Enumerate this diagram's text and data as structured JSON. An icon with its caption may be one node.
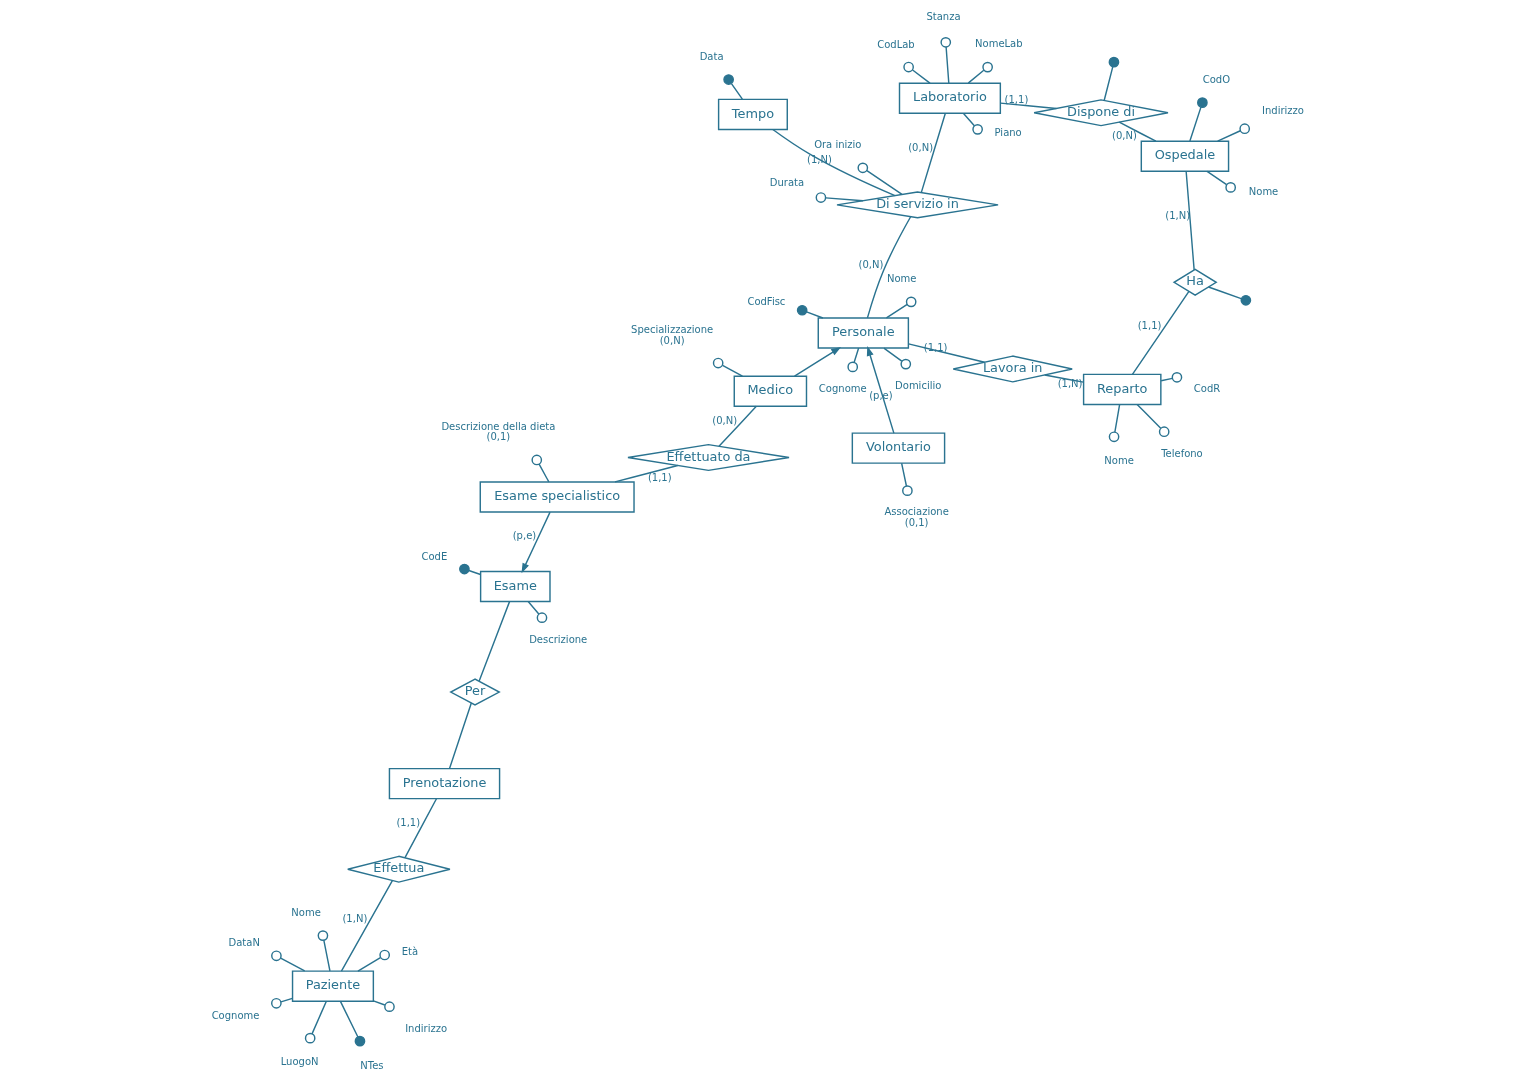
{
  "diagram": {
    "nodes": [
      {
        "text": [
          "Paziente"
        ]
      },
      {
        "text": [],
        "shape": "dot",
        "beside": [
          "NTes"
        ]
      },
      {
        "text": [],
        "shape": "circle",
        "beside": [
          "Nome"
        ]
      },
      {
        "text": [],
        "shape": "circle",
        "beside": [
          "Cognome"
        ]
      },
      {
        "text": [],
        "shape": "circle",
        "beside": [
          "Indirizzo"
        ]
      },
      {
        "text": [],
        "shape": "circle",
        "beside": [
          "LuogoN"
        ]
      },
      {
        "text": [],
        "shape": "circle",
        "beside": [
          "DataN"
        ]
      },
      {
        "text": [],
        "shape": "circle",
        "beside": [
          "Età"
        ]
      },
      {
        "text": [
          "Effettua"
        ]
      },
      {
        "text": [
          "Prenotazione"
        ]
      },
      {
        "text": [
          "Esame"
        ]
      },
      {
        "text": [],
        "shape": "dot",
        "beside": [
          "CodE"
        ]
      },
      {
        "text": [],
        "shape": "circle",
        "beside": [
          "Descrizione"
        ]
      },
      {
        "text": [
          "Per"
        ]
      },
      {
        "text": [
          "Esame specialistico"
        ]
      },
      {
        "text": [],
        "shape": "circle",
        "beside": [
          "Descrizione della dieta",
          "(0,1)"
        ]
      },
      {
        "text": [
          "Effettuato da"
        ]
      },
      {
        "text": [
          "Volontario"
        ]
      },
      {
        "text": [],
        "shape": "circle",
        "beside": [
          "Associazione",
          "(0,1)"
        ]
      },
      {
        "text": [
          "Medico"
        ]
      },
      {
        "text": [],
        "shape": "circle",
        "beside": [
          "Specializzazione",
          "(0,N)"
        ]
      },
      {
        "text": [
          "Personale"
        ]
      },
      {
        "text": [],
        "shape": "circle",
        "beside": [
          "Domicilio"
        ]
      },
      {
        "text": [],
        "shape": "circle",
        "beside": [
          "Nome"
        ]
      },
      {
        "text": [],
        "shape": "circle",
        "beside": [
          "Cognome"
        ]
      },
      {
        "text": [],
        "shape": "dot",
        "beside": [
          "CodFisc"
        ]
      },
      {
        "text": [
          "Laboratorio"
        ]
      },
      {
        "text": [],
        "shape": "circle",
        "beside": [
          "Stanza"
        ]
      },
      {
        "text": [],
        "shape": "circle",
        "beside": [
          "Piano"
        ]
      },
      {
        "text": [],
        "shape": "circle",
        "beside": [
          "NomeLab"
        ]
      },
      {
        "text": [],
        "shape": "circle",
        "beside": [
          "CodLab"
        ]
      },
      {
        "text": [],
        "shape": "dot"
      },
      {
        "text": [
          "Di servizio in"
        ]
      },
      {
        "text": [],
        "shape": "circle",
        "beside": [
          "Ora inizio"
        ]
      },
      {
        "text": [],
        "shape": "circle",
        "beside": [
          "Durata"
        ]
      },
      {
        "text": [
          "Tempo"
        ]
      },
      {
        "text": [],
        "shape": "dot",
        "beside": [
          "Data"
        ]
      },
      {
        "text": [
          "Dispone di"
        ]
      },
      {
        "text": [
          "Ospedale"
        ]
      },
      {
        "text": [],
        "shape": "dot",
        "beside": [
          "CodO"
        ]
      },
      {
        "text": [],
        "shape": "circle",
        "beside": [
          "Nome"
        ]
      },
      {
        "text": [],
        "shape": "circle",
        "beside": [
          "Indirizzo"
        ]
      },
      {
        "text": [
          "Lavora in"
        ]
      },
      {
        "text": [
          "Ha"
        ]
      },
      {
        "text": [
          "Reparto"
        ]
      },
      {
        "text": [],
        "shape": "circle",
        "beside": [
          "Nome"
        ]
      },
      {
        "text": [],
        "shape": "circle",
        "beside": [
          "Telefono"
        ]
      },
      {
        "text": [],
        "shape": "dot"
      },
      {
        "text": [],
        "shape": "circle",
        "beside": [
          "CodR"
        ]
      }
    ],
    "edges": [
      {
        "from": 0,
        "to": 1,
        "arrow": "none"
      },
      {
        "from": 0,
        "to": 2,
        "arrow": "none"
      },
      {
        "from": 0,
        "to": 3,
        "arrow": "none"
      },
      {
        "from": 0,
        "to": 4,
        "arrow": "none"
      },
      {
        "from": 0,
        "to": 5,
        "arrow": "none"
      },
      {
        "from": 0,
        "to": 6,
        "arrow": "none"
      },
      {
        "from": 0,
        "to": 7,
        "arrow": "none"
      },
      {
        "from": 0,
        "to": 8,
        "label": "(1,N)",
        "arrow": "none"
      },
      {
        "from": 8,
        "to": 9,
        "label": "(1,1)",
        "arrow": "none"
      },
      {
        "from": 10,
        "to": 11,
        "arrow": "none"
      },
      {
        "from": 10,
        "to": 12,
        "arrow": "none"
      },
      {
        "from": 10,
        "to": 13,
        "arrow": "none"
      },
      {
        "from": 13,
        "to": 9,
        "arrow": "none"
      },
      {
        "from": 14,
        "to": 10,
        "label": "(p,e)",
        "arrow": "to"
      },
      {
        "from": 14,
        "to": 15,
        "arrow": "none"
      },
      {
        "from": 14,
        "to": 16,
        "label": "(1,1)",
        "arrow": "none"
      },
      {
        "from": 16,
        "to": 19,
        "label": "(0,N)",
        "arrow": "none"
      },
      {
        "from": 17,
        "to": 18,
        "arrow": "none"
      },
      {
        "from": 19,
        "to": 20,
        "arrow": "none"
      },
      {
        "from": 17,
        "to": 21,
        "label": "(p,e)",
        "arrow": "to"
      },
      {
        "from": 19,
        "to": 21,
        "arrow": "to"
      },
      {
        "from": 21,
        "to": 22,
        "arrow": "none"
      },
      {
        "from": 21,
        "to": 23,
        "arrow": "none"
      },
      {
        "from": 21,
        "to": 24,
        "arrow": "none"
      },
      {
        "from": 21,
        "to": 25,
        "arrow": "none"
      },
      {
        "from": 26,
        "to": 27,
        "arrow": "none"
      },
      {
        "from": 26,
        "to": 28,
        "arrow": "none"
      },
      {
        "from": 26,
        "to": 29,
        "arrow": "none"
      },
      {
        "from": 26,
        "to": 30,
        "arrow": "none"
      },
      {
        "from": 31,
        "to": 37,
        "arrow": "none"
      },
      {
        "from": 26,
        "to": 32,
        "label": "(0,N)",
        "arrow": "none"
      },
      {
        "from": 32,
        "to": 21,
        "label": "(0,N)",
        "arrow": "none"
      },
      {
        "from": 32,
        "to": 33,
        "arrow": "none"
      },
      {
        "from": 32,
        "to": 34,
        "arrow": "none"
      },
      {
        "from": 32,
        "to": 35,
        "label": "(1,N)",
        "arrow": "none"
      },
      {
        "from": 35,
        "to": 36,
        "arrow": "none"
      },
      {
        "from": 26,
        "to": 37,
        "label": "(1,1)",
        "arrow": "none"
      },
      {
        "from": 37,
        "to": 38,
        "label": "(0,N)",
        "arrow": "none"
      },
      {
        "from": 38,
        "to": 39,
        "arrow": "none"
      },
      {
        "from": 38,
        "to": 40,
        "arrow": "none"
      },
      {
        "from": 38,
        "to": 41,
        "arrow": "none"
      },
      {
        "from": 21,
        "to": 42,
        "label": "(1,1)",
        "arrow": "none"
      },
      {
        "from": 42,
        "to": 44,
        "label": "(1,N)",
        "arrow": "none"
      },
      {
        "from": 38,
        "to": 43,
        "label": "(1,N)",
        "arrow": "none"
      },
      {
        "from": 43,
        "to": 44,
        "label": "(1,1)",
        "arrow": "none"
      },
      {
        "from": 44,
        "to": 45,
        "arrow": "none"
      },
      {
        "from": 44,
        "to": 46,
        "arrow": "none"
      },
      {
        "from": 47,
        "to": 43,
        "arrow": "none"
      },
      {
        "from": 44,
        "to": 48,
        "arrow": "none"
      }
    ]
  }
}
